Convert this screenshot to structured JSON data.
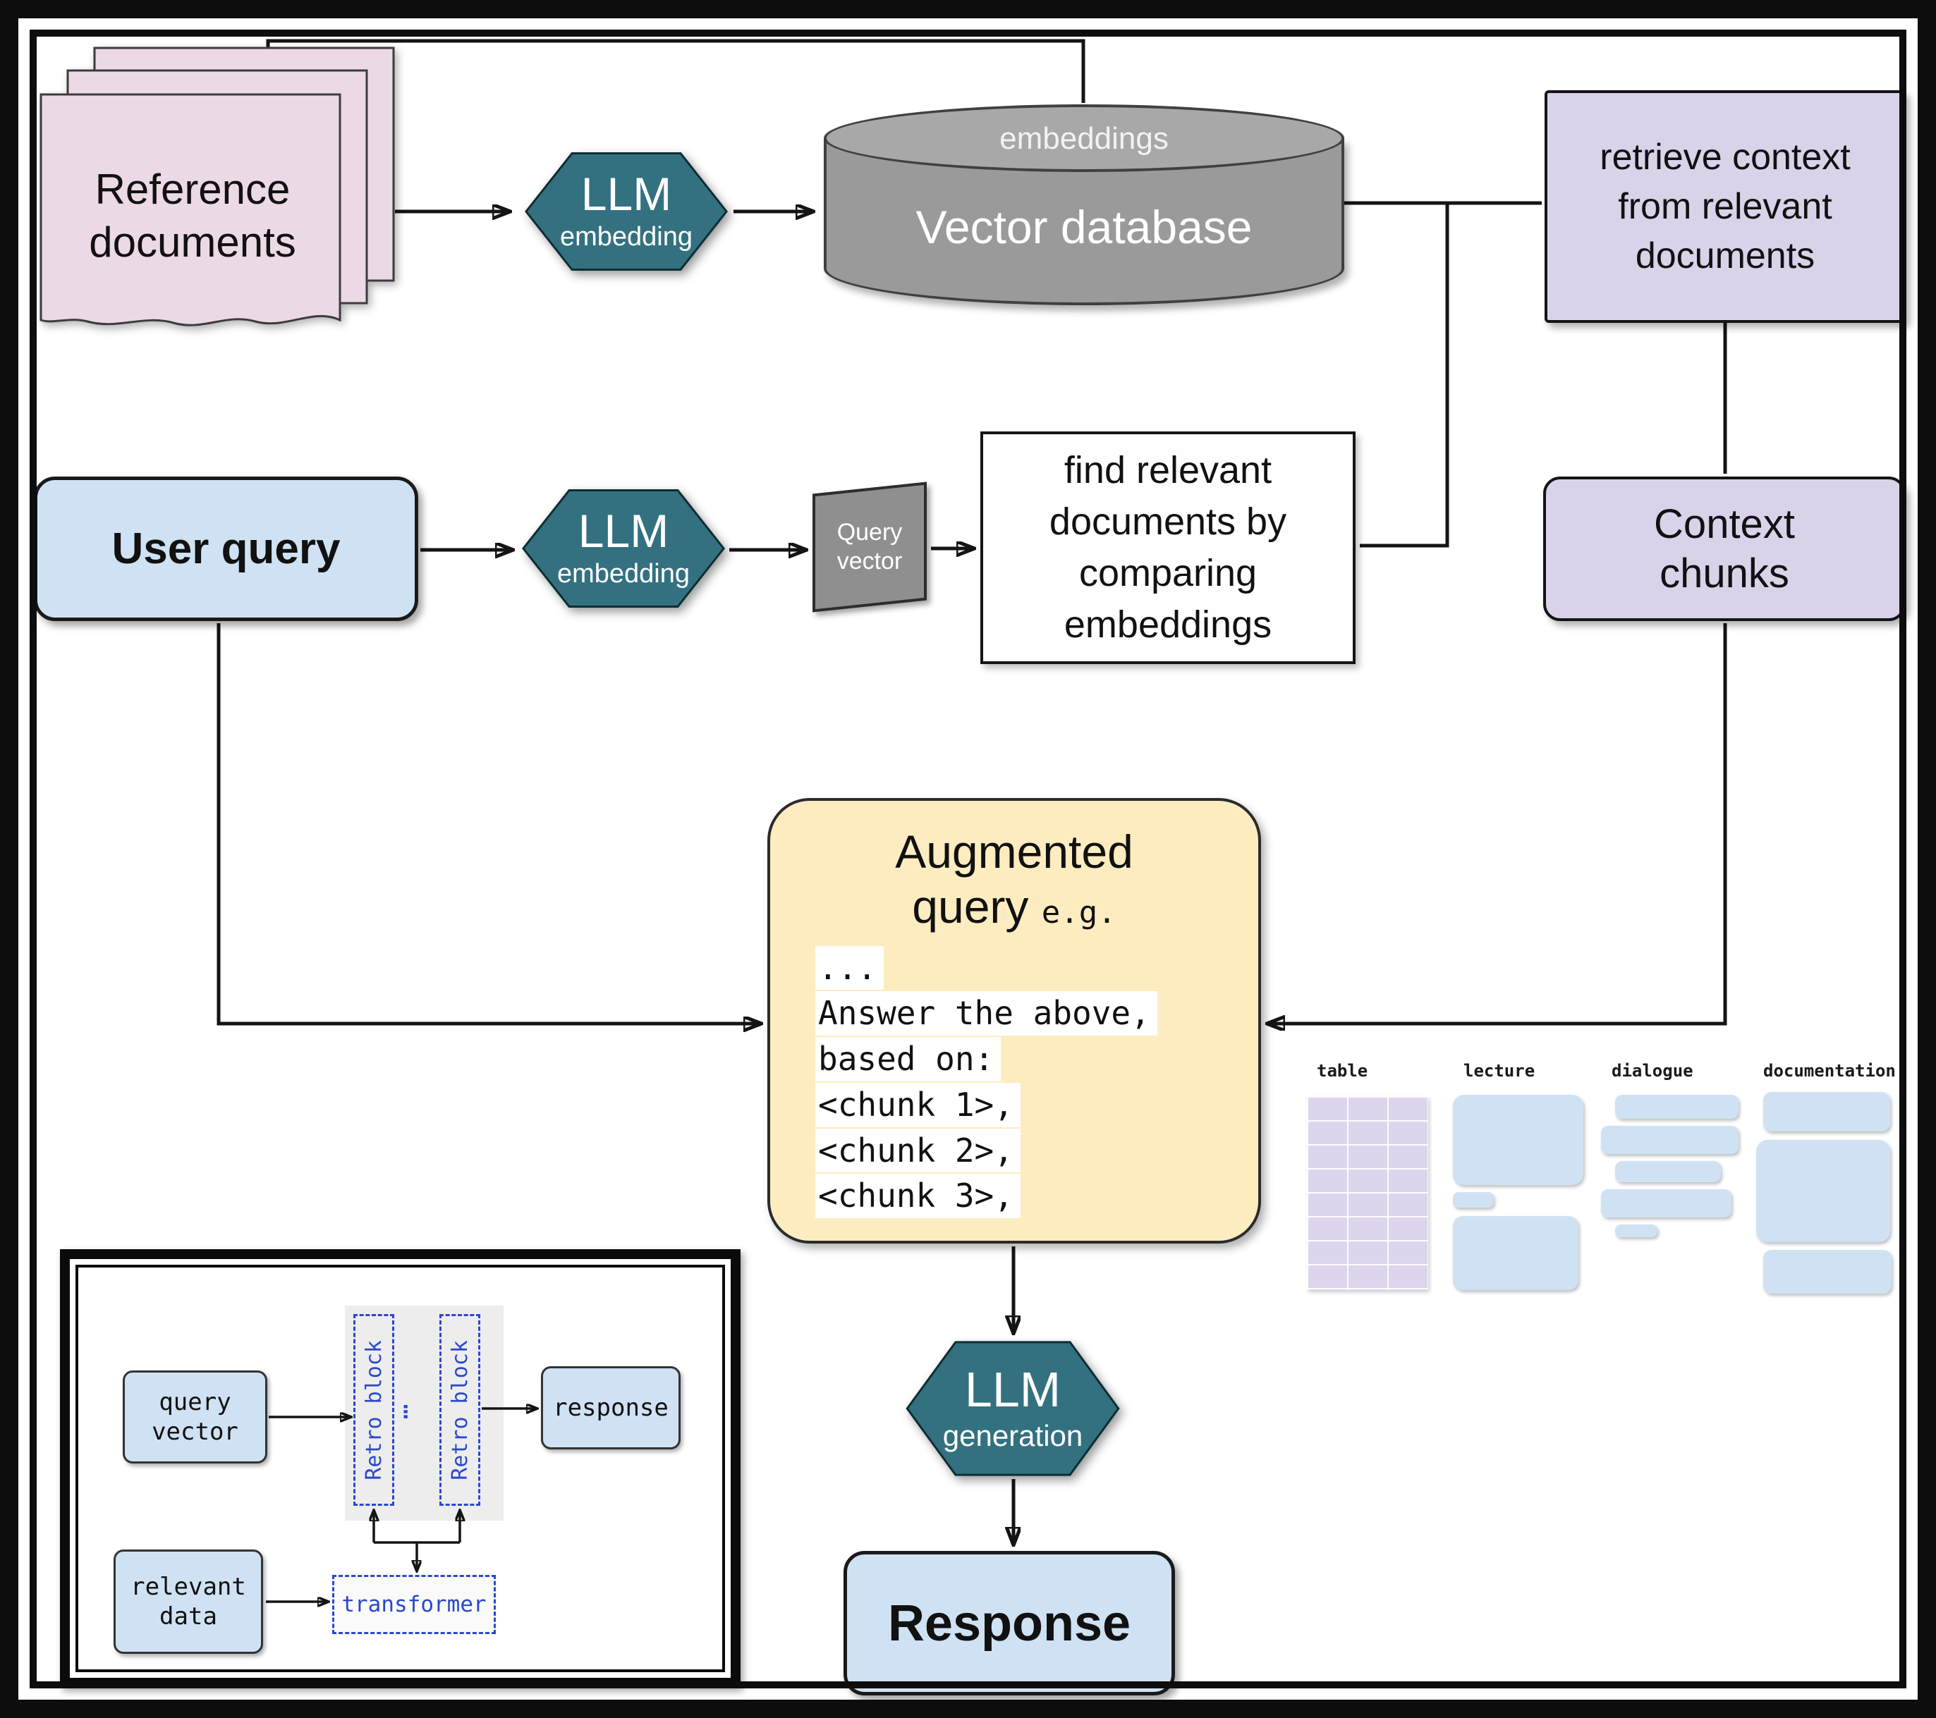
{
  "colors": {
    "teal": "#337180",
    "light_blue": "#cfe2f3",
    "lavender": "#d9d2e9",
    "pink_documents": "#ecd9e6",
    "yellow": "#fcecc0",
    "gray": "#9a9a9a",
    "inset_blue": "#2b47cc"
  },
  "nodes": {
    "reference_documents": "Reference documents",
    "llm_embedding_docs": {
      "title": "LLM",
      "subtitle": "embedding"
    },
    "vector_database": {
      "caption": "embeddings",
      "label": "Vector database"
    },
    "retrieve_context": "retrieve context from relevant documents",
    "user_query": "User query",
    "llm_embedding_query": {
      "title": "LLM",
      "subtitle": "embedding"
    },
    "query_vector": "Query vector",
    "find_relevant": "find relevant documents by comparing embeddings",
    "context_chunks": "Context chunks",
    "augmented_query": {
      "title": "Augmented query",
      "example_marker": "e.g.",
      "code_lines": [
        "...",
        "Answer the above,",
        "based on:",
        "<chunk 1>,",
        "<chunk 2>,",
        "<chunk 3>,"
      ]
    },
    "llm_generation": {
      "title": "LLM",
      "subtitle": "generation"
    },
    "response": "Response"
  },
  "document_types": [
    {
      "label": "table"
    },
    {
      "label": "lecture"
    },
    {
      "label": "dialogue"
    },
    {
      "label": "documentation"
    }
  ],
  "inset": {
    "query_vector": "query vector",
    "retro_block_left": "Retro block",
    "ellipsis": "…",
    "retro_block_right": "Retro block",
    "response": "response",
    "relevant_data": "relevant data",
    "transformer": "transformer"
  }
}
